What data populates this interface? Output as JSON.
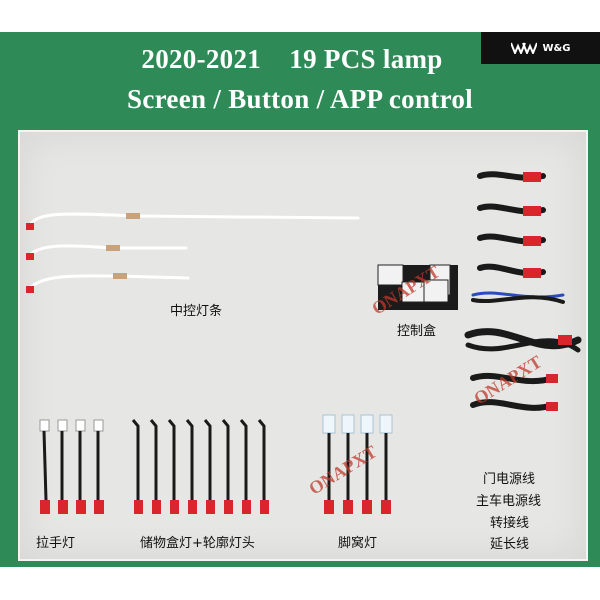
{
  "brand": {
    "name": "W&G",
    "logo_icon": "wg-logo-icon"
  },
  "headline": {
    "line1": "2020-2021    19 PCS lamp",
    "line2": "Screen / Button / APP control"
  },
  "labels": {
    "center_strip": "中控灯条",
    "control_box": "控制盒",
    "handle_light": "拉手灯",
    "storage_light": "储物盒灯+轮廓灯头",
    "footwell_light": "脚窝灯",
    "cables": [
      "门电源线",
      "主车电源线",
      "转接线",
      "延长线"
    ]
  },
  "watermark": "ONAPXT",
  "colors": {
    "banner_green": "#2e8b57",
    "panel_gray": "#e6e6e4",
    "connector_red": "#d9262c",
    "wire_black": "#1a1a1a"
  }
}
